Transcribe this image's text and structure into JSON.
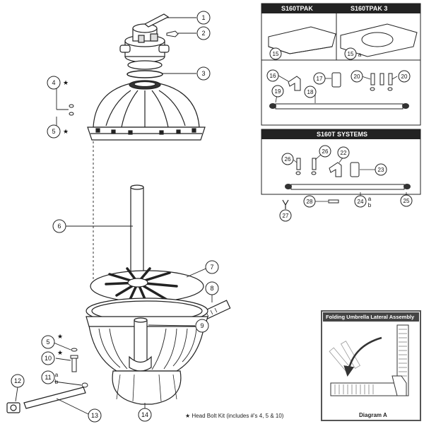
{
  "panels": {
    "pak_left_title": "S160TPAK",
    "pak_right_title": "S160TPAK 3",
    "systems_title": "S160T SYSTEMS",
    "umbrella_title": "Folding Umbrella Lateral Assembly",
    "umbrella_caption": "Diagram A"
  },
  "footnote": {
    "star": "★",
    "text": "Head Bolt Kit (includes #'s 4, 5 & 10)"
  },
  "callouts": {
    "c1": "1",
    "c2": "2",
    "c3": "3",
    "c4": "4",
    "c5": "5",
    "c5b": "5",
    "c6": "6",
    "c7": "7",
    "c8": "8",
    "c9": "9",
    "c10": "10",
    "c11a": "a",
    "c11": "11",
    "c11b": "b",
    "c12": "12",
    "c13": "13",
    "c14": "14",
    "c15": "15",
    "c15a": "15",
    "c15a_sub": "a",
    "c16": "16",
    "c17": "17",
    "c18": "18",
    "c19": "19",
    "c20": "20",
    "c20b": "20",
    "c22": "22",
    "c23": "23",
    "c24": "24",
    "c24a": "a",
    "c24b": "b",
    "c25": "25",
    "c26": "26",
    "c26b": "26",
    "c27": "27",
    "c28": "28"
  },
  "stars": {
    "s4": "★",
    "s5": "★",
    "s5b": "★",
    "s10": "★"
  }
}
